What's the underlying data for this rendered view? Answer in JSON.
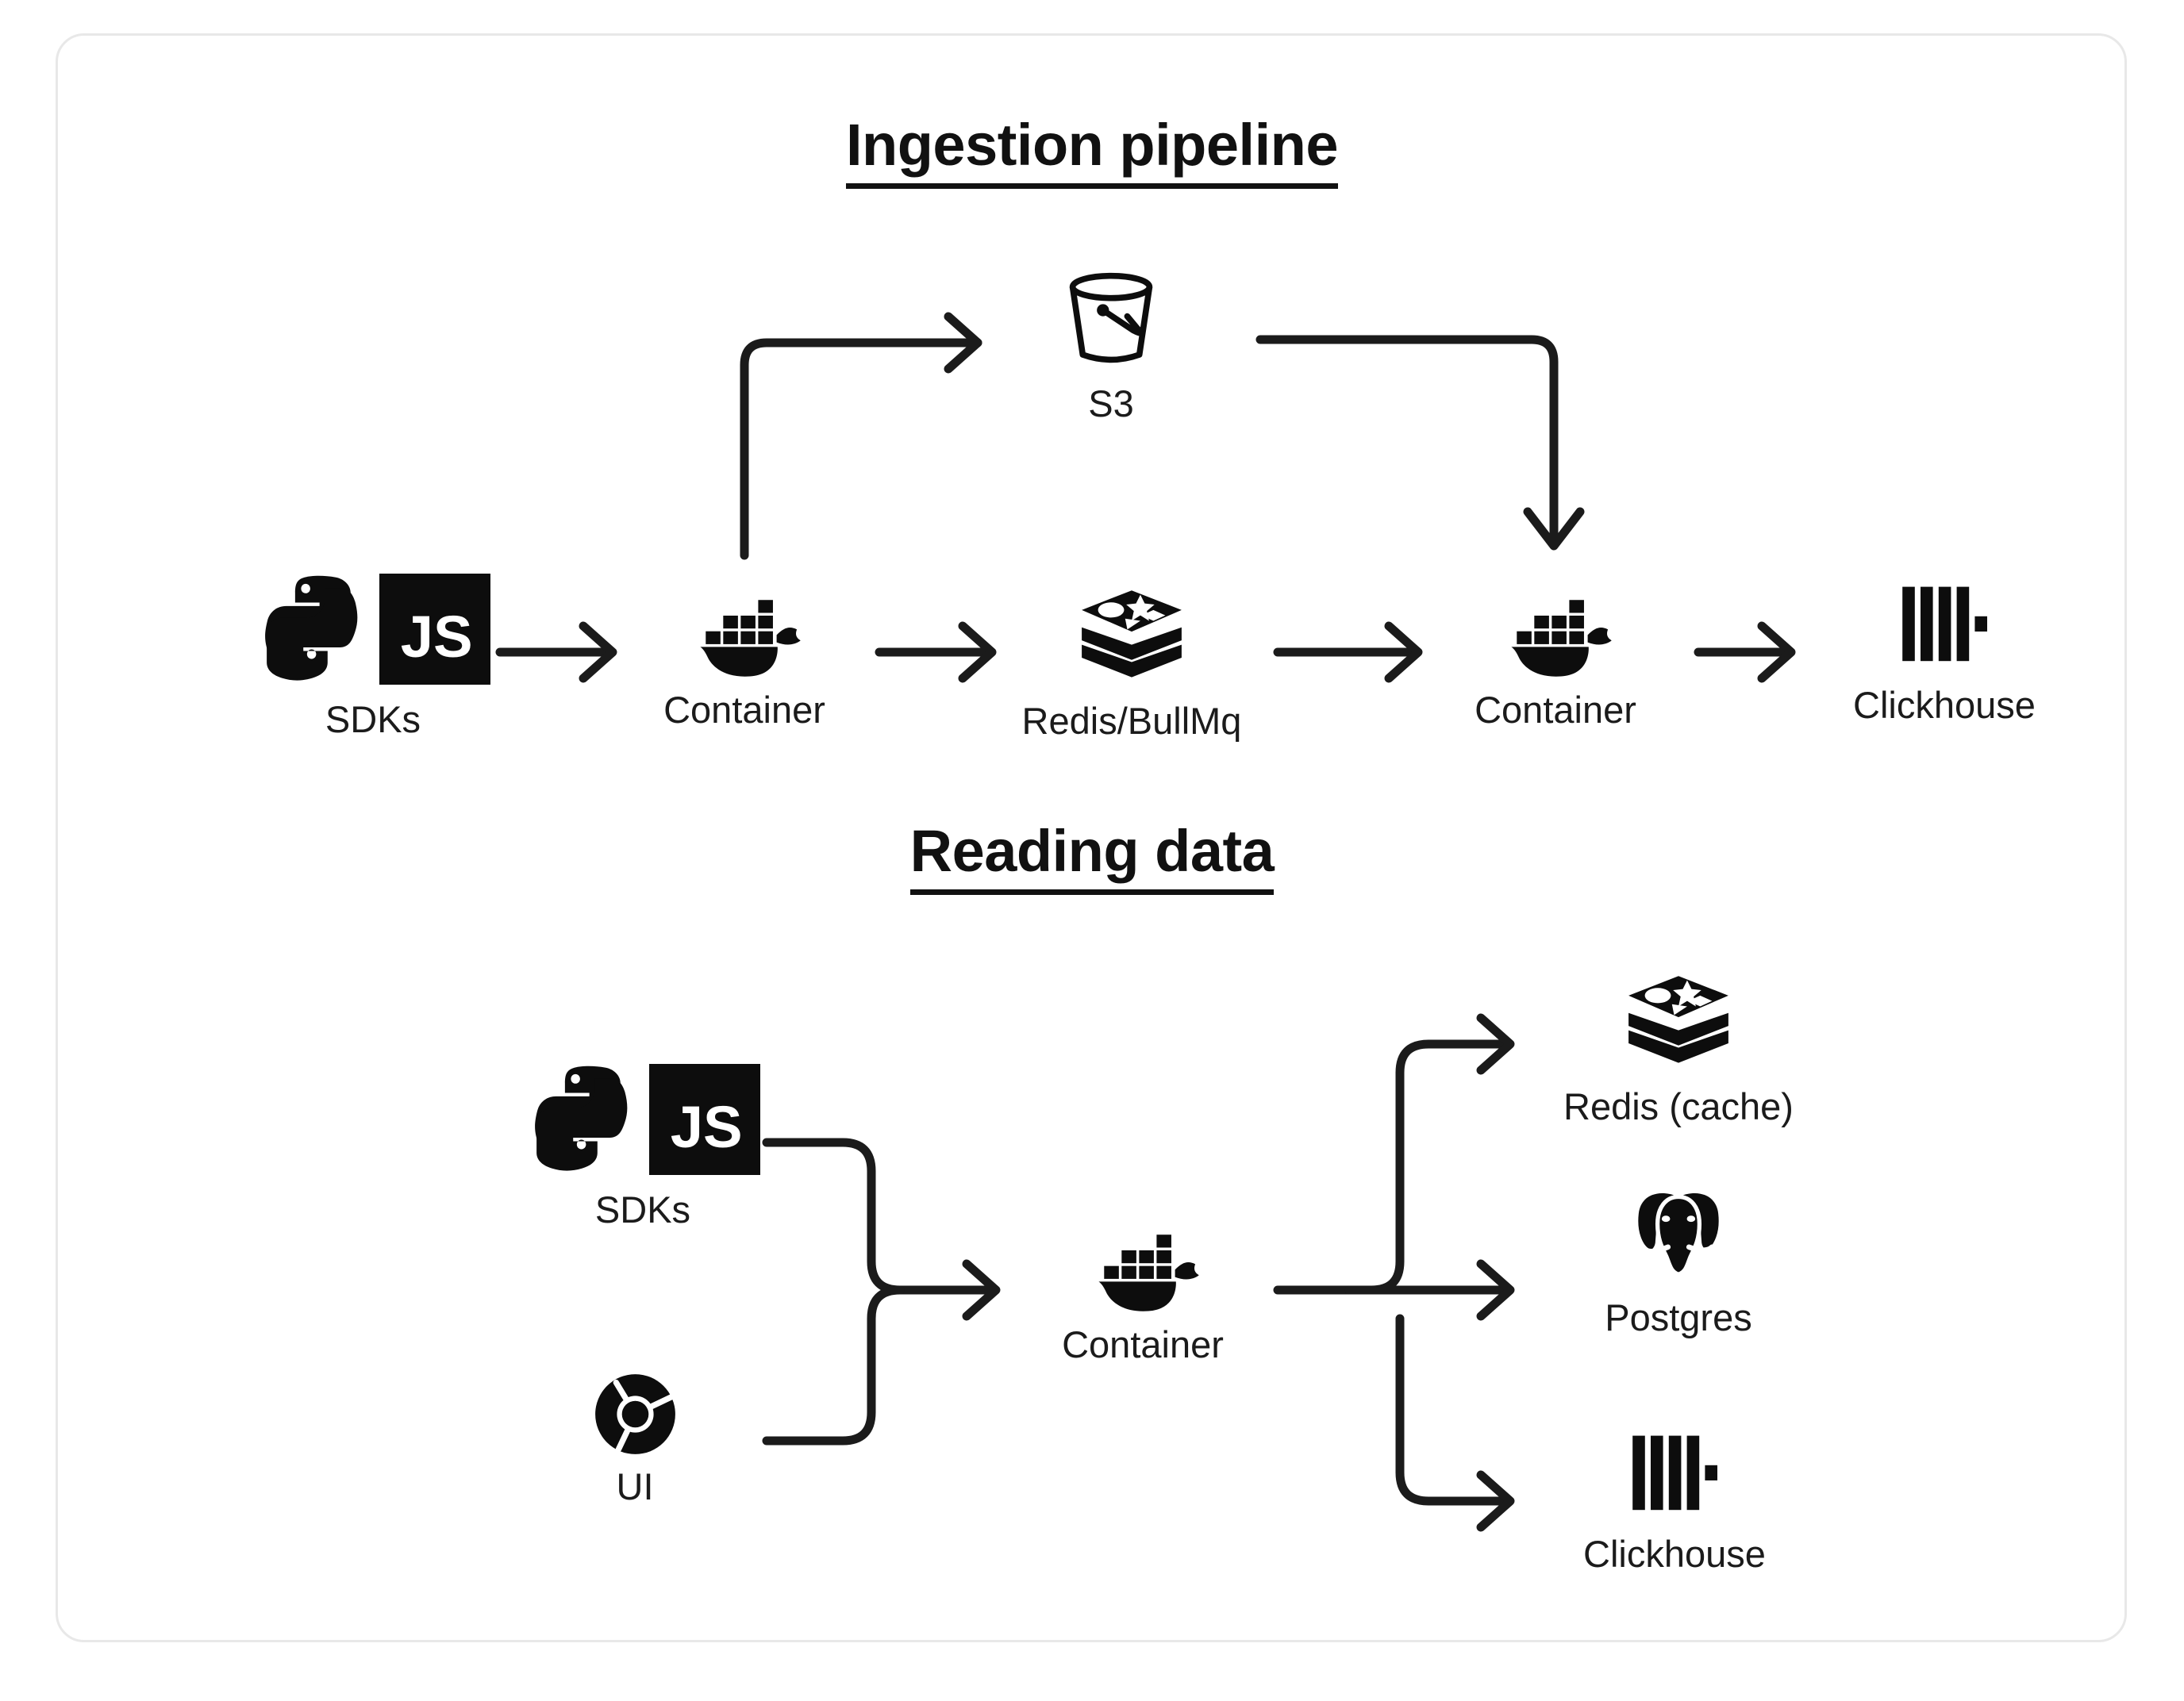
{
  "diagram": {
    "title_ingestion": "Ingestion pipeline",
    "title_reading": "Reading data",
    "background": "#ffffff",
    "stroke_color": "#1b1b1b",
    "border_color": "#e8e8e8"
  },
  "ingestion": {
    "nodes": [
      {
        "id": "sdks",
        "label": "SDKs",
        "icons": [
          "python-icon",
          "javascript-icon"
        ]
      },
      {
        "id": "container-1",
        "label": "Container",
        "icons": [
          "docker-icon"
        ]
      },
      {
        "id": "s3",
        "label": "S3",
        "icons": [
          "bucket-icon"
        ]
      },
      {
        "id": "redis-bullmq",
        "label": "Redis/BullMq",
        "icons": [
          "redis-icon"
        ]
      },
      {
        "id": "container-2",
        "label": "Container",
        "icons": [
          "docker-icon"
        ]
      },
      {
        "id": "clickhouse",
        "label": "Clickhouse",
        "icons": [
          "clickhouse-icon"
        ]
      }
    ],
    "edges": [
      {
        "from": "sdks",
        "to": "container-1",
        "style": "straight-arrow"
      },
      {
        "from": "container-1",
        "to": "s3",
        "style": "elbow-up-right-arrow"
      },
      {
        "from": "container-1",
        "to": "redis-bullmq",
        "style": "straight-arrow"
      },
      {
        "from": "s3",
        "to": "container-2",
        "style": "elbow-right-down-arrow"
      },
      {
        "from": "redis-bullmq",
        "to": "container-2",
        "style": "straight-arrow"
      },
      {
        "from": "container-2",
        "to": "clickhouse",
        "style": "straight-arrow"
      }
    ]
  },
  "reading": {
    "nodes": [
      {
        "id": "sdks",
        "label": "SDKs",
        "icons": [
          "python-icon",
          "javascript-icon"
        ]
      },
      {
        "id": "ui",
        "label": "UI",
        "icons": [
          "chrome-icon"
        ]
      },
      {
        "id": "container",
        "label": "Container",
        "icons": [
          "docker-icon"
        ]
      },
      {
        "id": "redis-cache",
        "label": "Redis (cache)",
        "icons": [
          "redis-icon"
        ]
      },
      {
        "id": "postgres",
        "label": "Postgres",
        "icons": [
          "postgres-icon"
        ]
      },
      {
        "id": "clickhouse",
        "label": "Clickhouse",
        "icons": [
          "clickhouse-icon"
        ]
      }
    ],
    "edges": [
      {
        "from": "sdks",
        "to": "container",
        "style": "merge-arrow"
      },
      {
        "from": "ui",
        "to": "container",
        "style": "merge-arrow"
      },
      {
        "from": "container",
        "to": "redis-cache",
        "style": "branch-up-arrow"
      },
      {
        "from": "container",
        "to": "postgres",
        "style": "branch-straight-arrow"
      },
      {
        "from": "container",
        "to": "clickhouse",
        "style": "branch-down-arrow"
      }
    ]
  }
}
